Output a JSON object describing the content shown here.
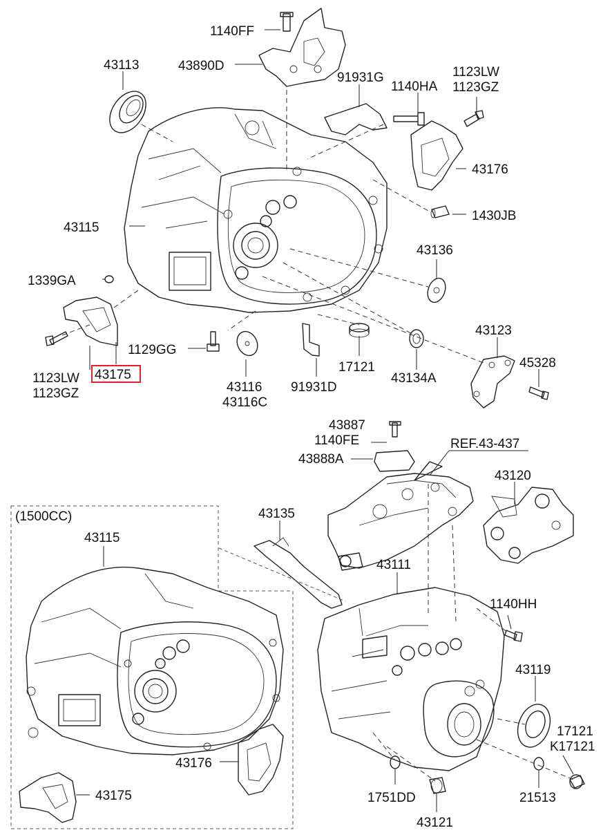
{
  "labels": {
    "l1140FF": "1140FF",
    "l43890D": "43890D",
    "l43113": "43113",
    "l91931G": "91931G",
    "l1140HA": "1140HA",
    "l1123LW_top": "1123LW",
    "l1123GZ_top": "1123GZ",
    "l43176_top": "43176",
    "l1430JB": "1430JB",
    "l43115_top": "43115",
    "l43136": "43136",
    "l1339GA": "1339GA",
    "l43123": "43123",
    "l45328": "45328",
    "l1129GG": "1129GG",
    "l1123LW_left": "1123LW",
    "l1123GZ_left": "1123GZ",
    "l43175_top": "43175",
    "l43116": "43116",
    "l43116C": "43116C",
    "l91931D": "91931D",
    "l17121_top": "17121",
    "l43134A": "43134A",
    "l43887": "43887",
    "l1140FE": "1140FE",
    "l43888A": "43888A",
    "lREF": "REF.43-437",
    "l43120": "43120",
    "l1500CC": "(1500CC)",
    "l43135": "43135",
    "l43115_bot": "43115",
    "l43111": "43111",
    "l1140HH": "1140HH",
    "l43119": "43119",
    "l17121_bot": "17121",
    "lK17121": "K17121",
    "l43176_bot": "43176",
    "l43175_bot": "43175",
    "l1751DD": "1751DD",
    "l21513": "21513",
    "l43121": "43121"
  },
  "highlight_color": "#e3202a"
}
